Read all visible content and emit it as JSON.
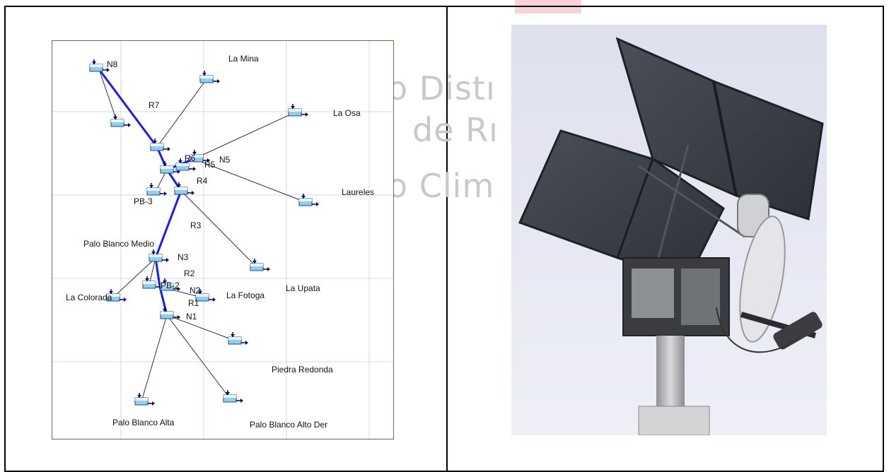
{
  "diagram": {
    "area_labels": {
      "la_mina": "La Mina",
      "la_osa": "La Osa",
      "laureles": "Laureles",
      "palo_blanco_medio": "Palo Blanco Medio",
      "la_colorada": "La Colorada",
      "la_fotoga": "La Fotoga",
      "la_upata": "La Upata",
      "piedra_redonda": "Piedra Redonda",
      "palo_blanco_alta": "Palo Blanco Alta",
      "palo_blanco_alto_der": "Palo Blanco Alto Der"
    },
    "node_labels": {
      "n8": "N8",
      "n5": "N5",
      "n3": "N3",
      "n2": "N2",
      "n1": "N1",
      "pb3": "PB-3",
      "pb2": "PB-2"
    },
    "link_labels": {
      "r7": "R7",
      "r6": "R6",
      "r5": "R5",
      "r4": "R4",
      "r3": "R3",
      "r2": "R2",
      "r1": "R1"
    },
    "colors": {
      "trunk": "#1a1aff",
      "branch": "#333333",
      "grid": "#d8d8d8",
      "frame": "#6d6d4a"
    }
  },
  "watermark": {
    "line1": "o Distı",
    "line2": "de Rı",
    "line3": "o Clim"
  },
  "photo": {
    "subject": "solar-powered radio repeater mast with panels and antenna"
  }
}
